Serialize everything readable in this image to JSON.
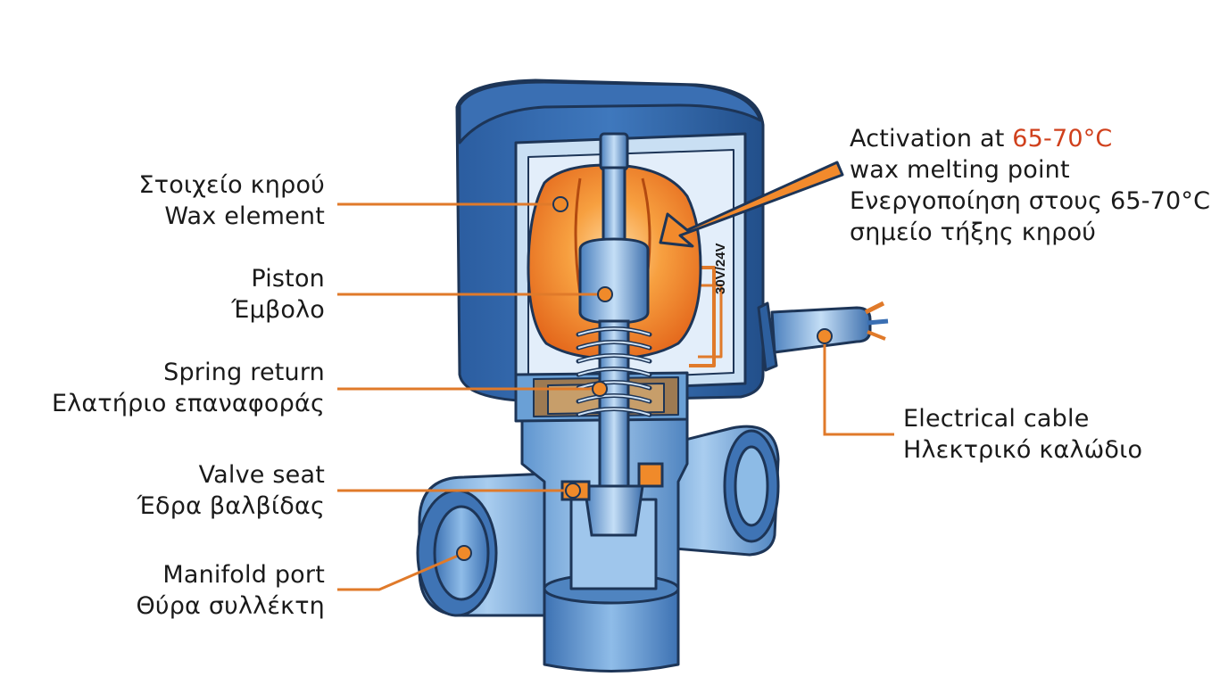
{
  "labels": {
    "wax_element": {
      "line1": "Στοιχείο κηρού",
      "line2": "Wax element"
    },
    "piston": {
      "line1": "Piston",
      "line2": "Έμβολο"
    },
    "spring_return": {
      "line1": "Spring return",
      "line2": "Ελατήριο επαναφοράς"
    },
    "valve_seat": {
      "line1": "Valve seat",
      "line2": "Έδρα βαλβίδας"
    },
    "manifold_port": {
      "line1": "Manifold port",
      "line2": "Θύρα συλλέκτη"
    },
    "electrical_cable": {
      "line1": "Electrical cable",
      "line2": "Ηλεκτρικό καλώδιο"
    },
    "activation": {
      "line1_prefix": "Activation at ",
      "line1_temp": "65-70°C",
      "line2": "wax melting point",
      "line3": "Ενεργοποίηση στους 65-70°C",
      "line4": "σημείο τήξης κηρού"
    }
  },
  "housing_marking": "30V/24V",
  "colors": {
    "leader": "#e07a2a",
    "accent_text": "#d0401c",
    "housing": "#2a5d9c",
    "body": "#7fb2e0",
    "wax": "#f28a2c"
  }
}
